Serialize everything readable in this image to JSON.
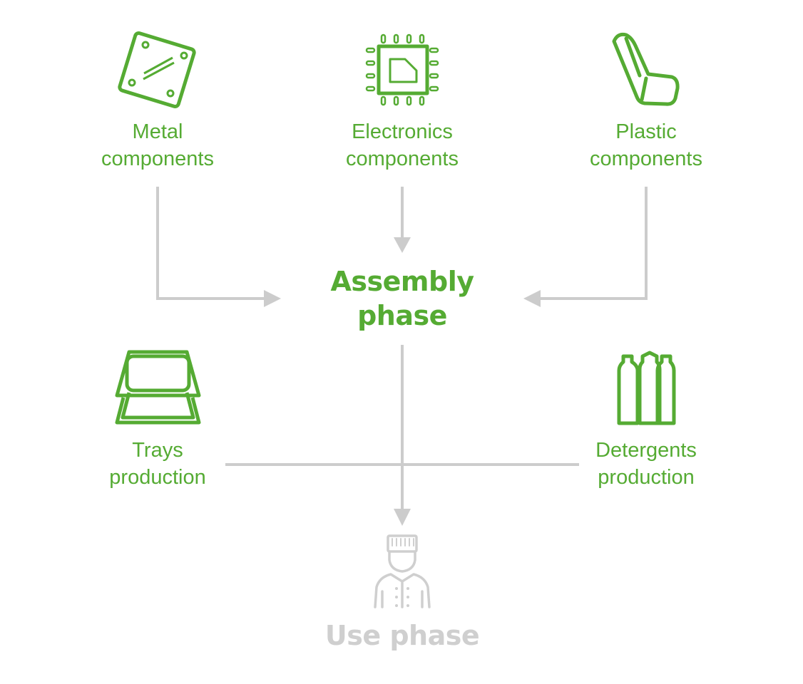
{
  "colors": {
    "accent": "#55ab33",
    "connector": "#cccccc",
    "muted": "#cfcfcf"
  },
  "sources": {
    "metal": {
      "icon": "metal-plate-icon",
      "line1": "Metal",
      "line2": "components"
    },
    "electronics": {
      "icon": "microchip-icon",
      "line1": "Electronics",
      "line2": "components"
    },
    "plastic": {
      "icon": "plastic-seat-icon",
      "line1": "Plastic",
      "line2": "components"
    }
  },
  "assembly": {
    "line1": "Assembly",
    "line2": "phase"
  },
  "side_inputs": {
    "trays": {
      "icon": "trays-icon",
      "line1": "Trays",
      "line2": "production"
    },
    "detergents": {
      "icon": "detergent-bottles-icon",
      "line1": "Detergents",
      "line2": "production"
    }
  },
  "use": {
    "icon": "chef-icon",
    "label": "Use phase"
  }
}
